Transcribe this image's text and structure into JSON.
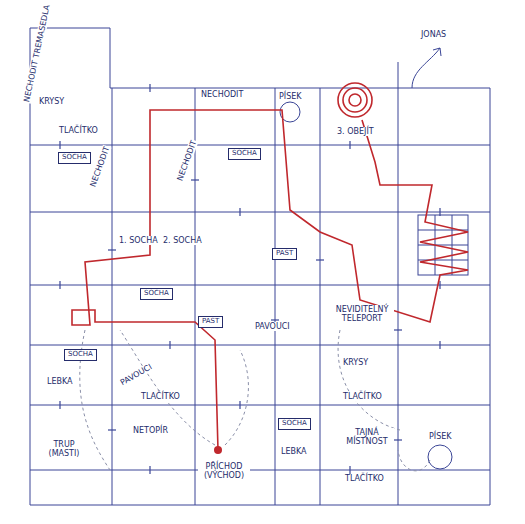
{
  "diagram": {
    "nodes": [
      {
        "text": [
          "SOCHA"
        ]
      },
      {
        "text": [
          "SOCHA"
        ]
      },
      {
        "text": [
          "PAST"
        ]
      },
      {
        "text": [
          "SOCHA"
        ]
      },
      {
        "text": [
          "PAST"
        ]
      },
      {
        "text": [
          "SOCHA"
        ]
      },
      {
        "text": [
          "SOCHA"
        ]
      }
    ],
    "labels": [
      "NECHODIT TREMASEDLA",
      "NECHODIT",
      "JONAS",
      "PÍSEK",
      "KRYSY",
      "TLAČÍTKO",
      "3. OBEJÍT",
      "NECHODIT",
      "NECHODIT",
      "1. SOCHA",
      "2. SOCHA",
      "PAVOUCI",
      "NEVIDITELNÝ TELEPORT",
      "KRYSY",
      "LEBKA",
      "PAVOUCI",
      "TLAČÍTKO",
      "TLAČÍTKO",
      "TRUP (MASTI)",
      "NETOPÍR",
      "TAJNÁ MÍSTNOST",
      "PÍSEK",
      "LEBKA",
      "PŘÍCHOD (VÝCHOD)",
      "TLAČÍTKO"
    ]
  }
}
